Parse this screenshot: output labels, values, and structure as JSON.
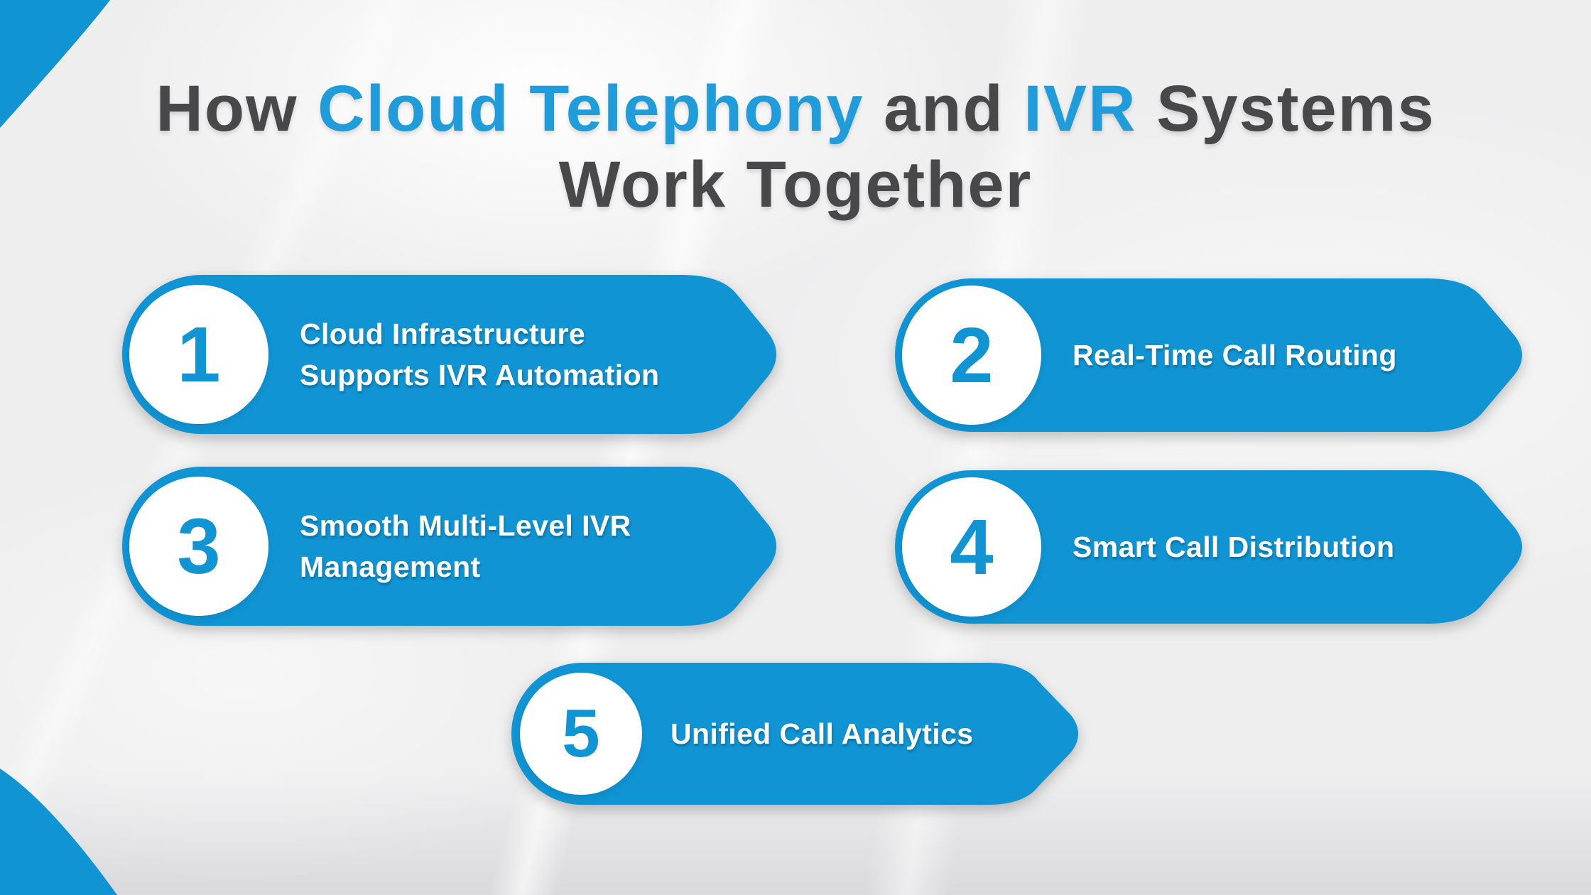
{
  "title": {
    "line1_part1": "How ",
    "line1_part2": "Cloud Telephony",
    "line1_part3": " and ",
    "line1_part4": "IVR",
    "line1_part5": " Systems",
    "line2": "Work Together"
  },
  "items": [
    {
      "number": "1",
      "label": "Cloud Infrastructure\nSupports IVR Automation"
    },
    {
      "number": "2",
      "label": "Real-Time Call Routing"
    },
    {
      "number": "3",
      "label": "Smooth Multi-Level IVR\nManagement"
    },
    {
      "number": "4",
      "label": "Smart Call Distribution"
    },
    {
      "number": "5",
      "label": "Unified Call Analytics"
    }
  ],
  "colors": {
    "accent_blue": "#1094d4",
    "heading_blue": "#1f9cd9",
    "heading_dark": "#48484a",
    "text_on_blue": "#ffffff",
    "background": "#eeeeef"
  }
}
